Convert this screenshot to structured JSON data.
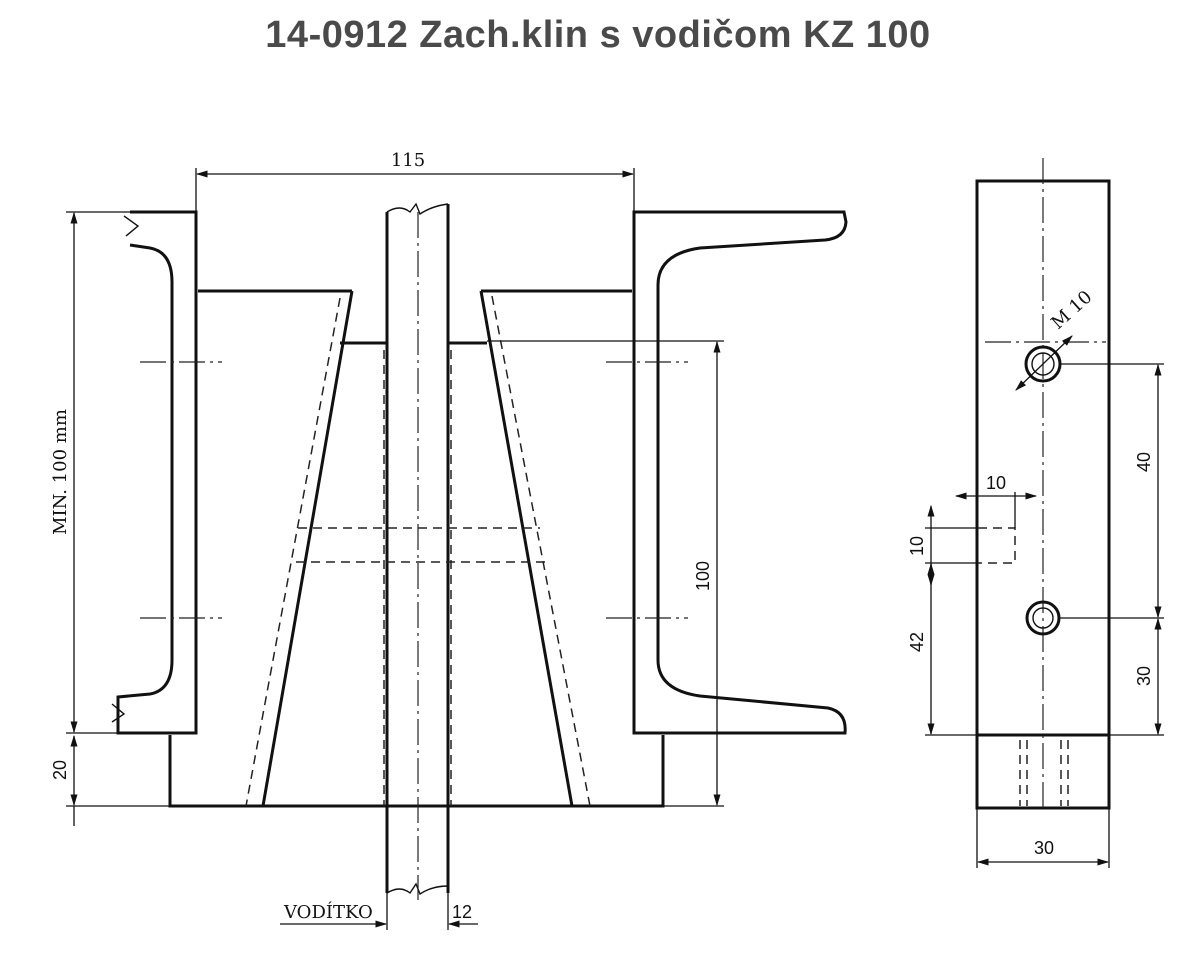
{
  "title": "14-0912 Zach.klin s vodičom KZ 100",
  "front_view": {
    "dim_width": "115",
    "dim_min_height": "MIN. 100 mm",
    "dim_height": "100",
    "dim_base": "20",
    "dim_guide": "12",
    "guide_label": "VODÍTKO"
  },
  "side_view": {
    "thread_label": "M 10",
    "dim_hole_spacing": "40",
    "dim_hole_to_bottom": "30",
    "dim_slot_width": "10",
    "dim_slot_height": "10",
    "dim_slot_to_bottom": "42",
    "dim_width": "30"
  }
}
